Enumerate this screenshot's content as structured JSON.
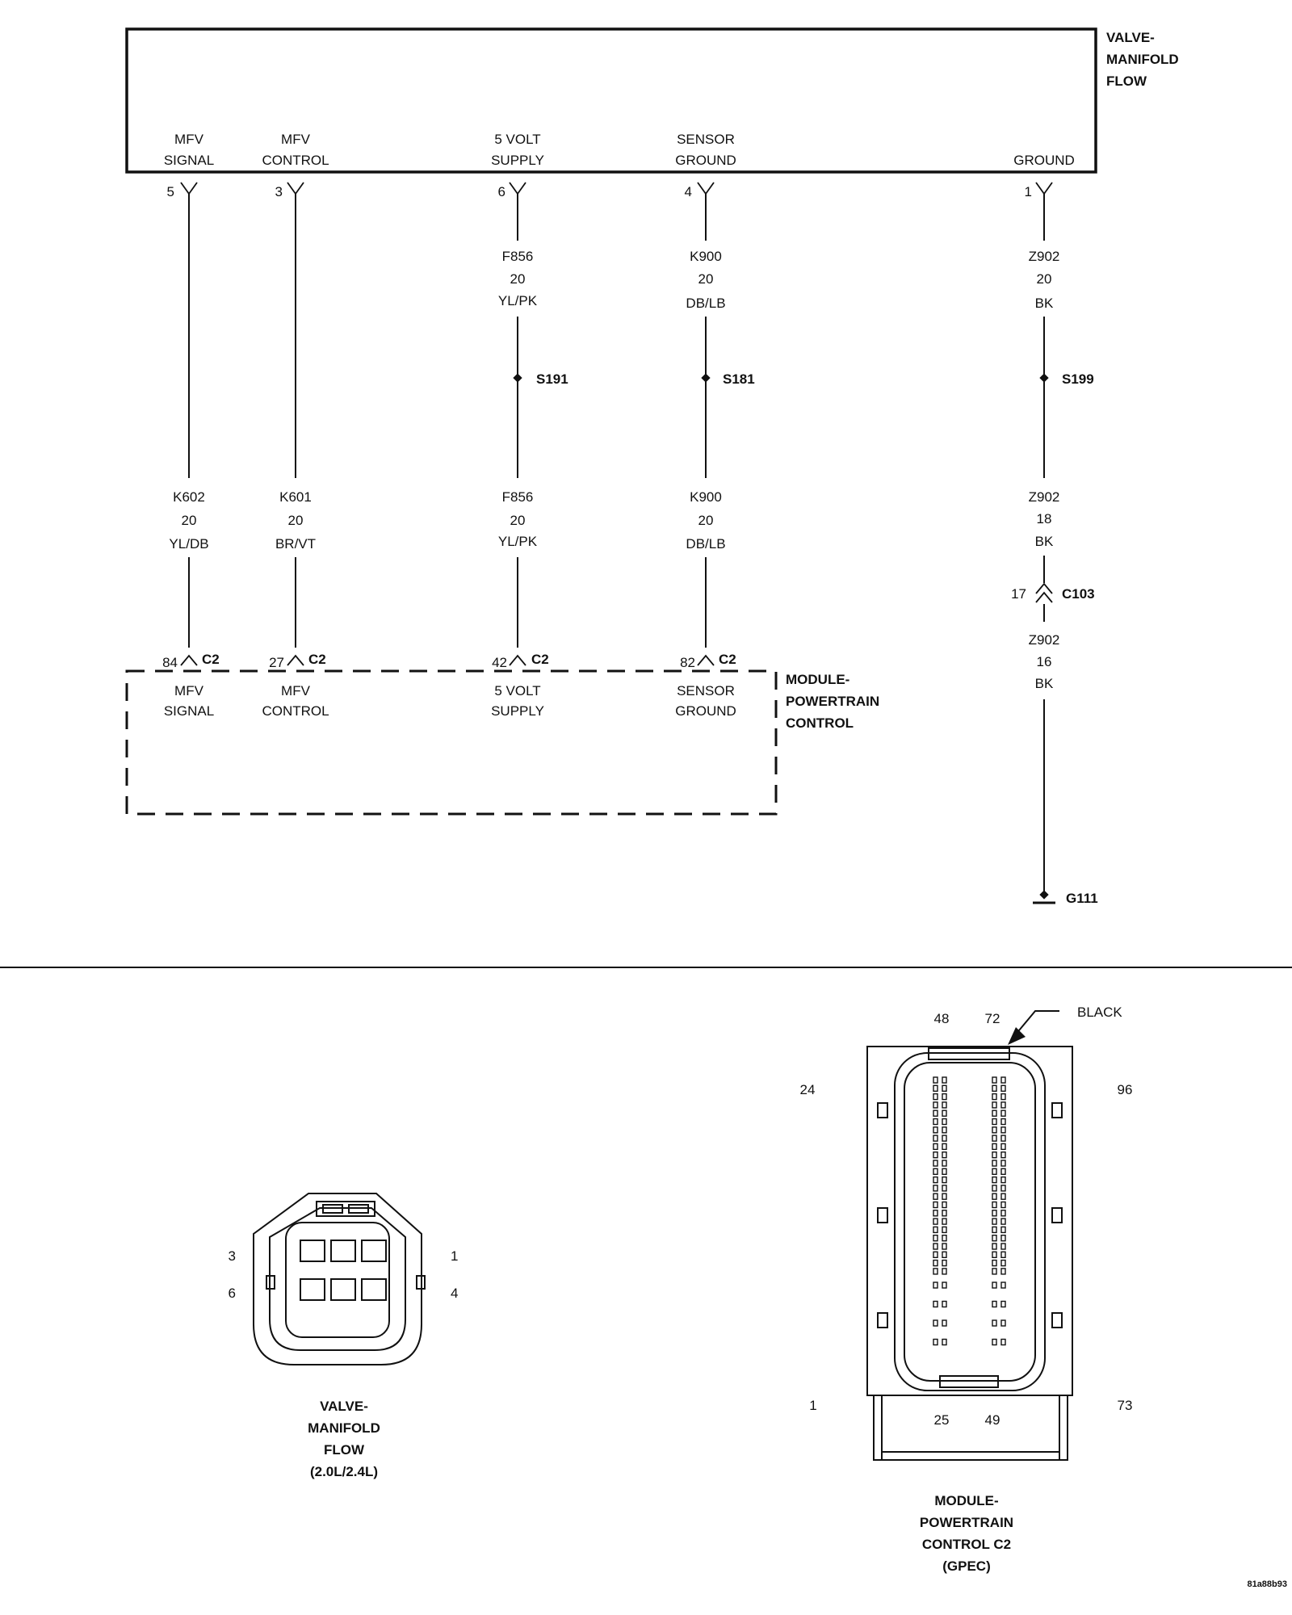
{
  "valve": {
    "title_lines": [
      "VALVE-",
      "MANIFOLD",
      "FLOW"
    ],
    "pins": [
      {
        "id": "mfv-signal",
        "label_lines": [
          "MFV",
          "SIGNAL"
        ],
        "pin": "5"
      },
      {
        "id": "mfv-control",
        "label_lines": [
          "MFV",
          "CONTROL"
        ],
        "pin": "3"
      },
      {
        "id": "5v-supply",
        "label_lines": [
          "5 VOLT",
          "SUPPLY"
        ],
        "pin": "6"
      },
      {
        "id": "sensor-ground",
        "label_lines": [
          "SENSOR",
          "GROUND"
        ],
        "pin": "4"
      },
      {
        "id": "ground",
        "label_lines": [
          "GROUND"
        ],
        "pin": "1"
      }
    ]
  },
  "wires": {
    "upper": [
      {
        "id": "f856-upper",
        "lines": [
          "F856",
          "20",
          "YL/PK"
        ]
      },
      {
        "id": "k900-upper",
        "lines": [
          "K900",
          "20",
          "DB/LB"
        ]
      },
      {
        "id": "z902-upper",
        "lines": [
          "Z902",
          "20",
          "BK"
        ]
      }
    ],
    "lower": [
      {
        "id": "k602",
        "lines": [
          "K602",
          "20",
          "YL/DB"
        ]
      },
      {
        "id": "k601",
        "lines": [
          "K601",
          "20",
          "BR/VT"
        ]
      },
      {
        "id": "f856-lower",
        "lines": [
          "F856",
          "20",
          "YL/PK"
        ]
      },
      {
        "id": "k900-lower",
        "lines": [
          "K900",
          "20",
          "DB/LB"
        ]
      },
      {
        "id": "z902-mid",
        "lines": [
          "Z902",
          "18",
          "BK"
        ]
      }
    ],
    "ground_lower": {
      "id": "z902-lower",
      "lines": [
        "Z902",
        "16",
        "BK"
      ]
    }
  },
  "splices": [
    "S191",
    "S181",
    "S199"
  ],
  "inline_connector": {
    "pin": "17",
    "name": "C103"
  },
  "ground_point": "G111",
  "pcm": {
    "title_lines": [
      "MODULE-",
      "POWERTRAIN",
      "CONTROL"
    ],
    "connector_name": "C2",
    "pins": [
      {
        "label_lines": [
          "MFV",
          "SIGNAL"
        ],
        "pin": "84"
      },
      {
        "label_lines": [
          "MFV",
          "CONTROL"
        ],
        "pin": "27"
      },
      {
        "label_lines": [
          "5 VOLT",
          "SUPPLY"
        ],
        "pin": "42"
      },
      {
        "label_lines": [
          "SENSOR",
          "GROUND"
        ],
        "pin": "82"
      }
    ]
  },
  "valve_connector_view": {
    "caption_lines": [
      "VALVE-",
      "MANIFOLD",
      "FLOW",
      "(2.0L/2.4L)"
    ],
    "pin_labels": {
      "top_left": "3",
      "bottom_left": "6",
      "top_right": "1",
      "bottom_right": "4"
    }
  },
  "pcm_connector_view": {
    "caption_lines": [
      "MODULE-",
      "POWERTRAIN",
      "CONTROL C2",
      "(GPEC)"
    ],
    "color_label": "BLACK",
    "pin_labels": {
      "top_a": "48",
      "top_b": "72",
      "left_top": "24",
      "right_top": "96",
      "left_bottom": "1",
      "right_bottom": "73",
      "bottom_a": "25",
      "bottom_b": "49"
    }
  },
  "footer_code": "81a88b93"
}
